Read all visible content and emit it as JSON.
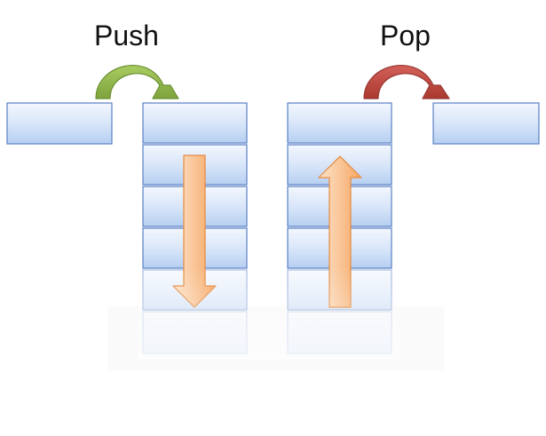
{
  "labels": {
    "push": "Push",
    "pop": "Pop"
  },
  "colors": {
    "box_top": "#f3f7fe",
    "box_bottom": "#b6cff1",
    "box_stroke": "#5a80c5",
    "push_arrow": "#8db349",
    "push_arrow_stroke": "#6b8f32",
    "pop_arrow": "#c14a45",
    "pop_arrow_stroke": "#983631",
    "orange_light": "#fde4cf",
    "orange_dark": "#f6a55f",
    "orange_stroke": "#e58a3d"
  },
  "stacks": {
    "push_stack_visible_levels": 5,
    "pop_stack_visible_levels": 5,
    "faded_levels": 2
  }
}
